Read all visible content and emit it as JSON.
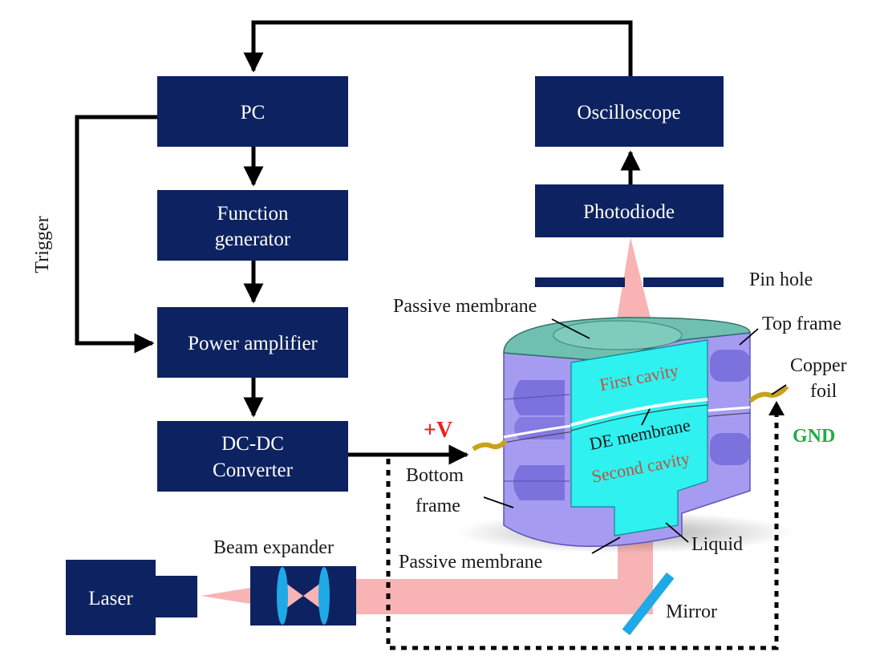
{
  "blocks": {
    "pc": "PC",
    "function_generator_line1": "Function",
    "function_generator_line2": "generator",
    "power_amplifier": "Power amplifier",
    "dcdc_line1": "DC-DC",
    "dcdc_line2": "Converter",
    "oscilloscope": "Oscilloscope",
    "photodiode": "Photodiode",
    "laser": "Laser"
  },
  "labels": {
    "trigger": "Trigger",
    "pin_hole": "Pin hole",
    "beam_expander": "Beam expander",
    "mirror": "Mirror",
    "passive_membrane_top": "Passive membrane",
    "passive_membrane_bottom": "Passive membrane",
    "top_frame": "Top frame",
    "copper_line1": "Copper",
    "copper_line2": "foil",
    "first_cavity": "First cavity",
    "de_membrane": "DE membrane",
    "second_cavity": "Second cavity",
    "bottom_frame_line1": "Bottom",
    "bottom_frame_line2": "frame",
    "liquid": "Liquid",
    "plus_v": "+V",
    "gnd": "GND"
  },
  "colors": {
    "block_fill": "#0d2260",
    "frame_purple": "#a59cf2",
    "frame_purple_dark": "#7c72dd",
    "cavity_cyan": "#2ef1f0",
    "membrane_teal": "#6fc0b0",
    "beam_pink": "#f8b4b4",
    "mirror_blue": "#1fa9e6",
    "copper_gold": "#c9a21a",
    "plus_v_red": "#e8231d",
    "gnd_green": "#1fae43",
    "cavity_text": "#c0533a"
  }
}
